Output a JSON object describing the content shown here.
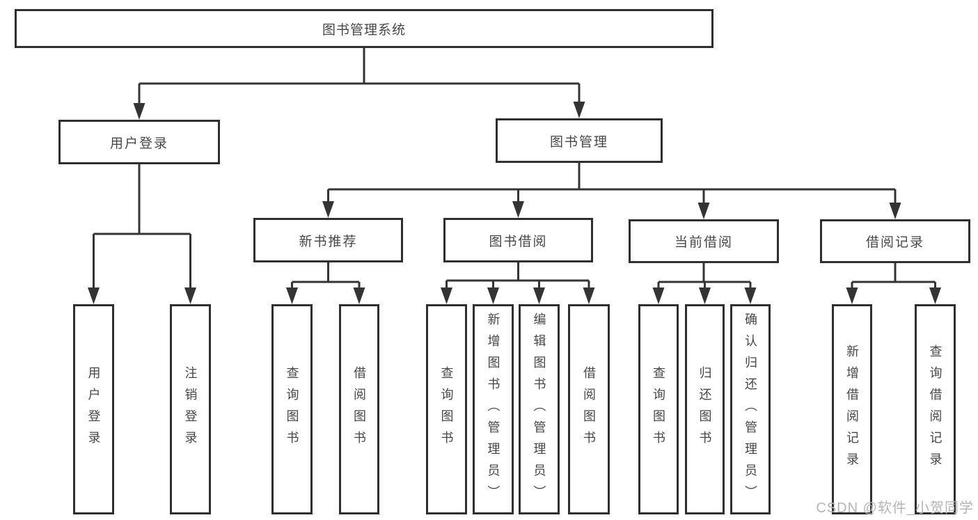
{
  "diagram": {
    "title_node": "图书管理系统",
    "level2": {
      "user_login": "用户登录",
      "book_management": "图书管理"
    },
    "level3": {
      "new_book_recommend": "新书推荐",
      "book_borrowing": "图书借阅",
      "current_borrowing": "当前借阅",
      "borrowing_records": "借阅记录"
    },
    "leaves": {
      "user_login": [
        "用户登录",
        "注销登录"
      ],
      "new_book_recommend": [
        "查询图书",
        "借阅图书"
      ],
      "book_borrowing": [
        "查询图书",
        "新增图书（管理员）",
        "编辑图书（管理员）",
        "借阅图书"
      ],
      "current_borrowing": [
        "查询图书",
        "归还图书",
        "确认归还（管理员）"
      ],
      "borrowing_records": [
        "新增借阅记录",
        "查询借阅记录"
      ]
    },
    "colors": {
      "line": "#343434",
      "box_border": "#2f2f2f",
      "text": "#474747",
      "watermark": "#b5b5b5"
    }
  },
  "watermark": {
    "text": "CSDN @软件_小贺同学"
  }
}
